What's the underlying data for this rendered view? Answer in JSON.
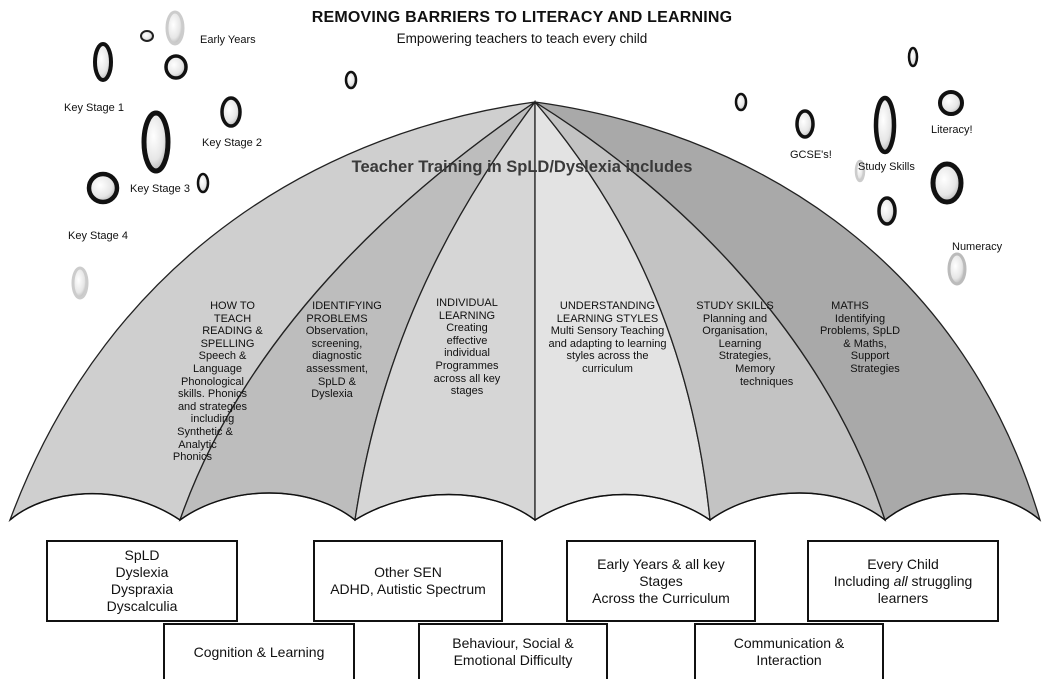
{
  "title": "REMOVING BARRIERS TO LITERACY AND LEARNING",
  "subtitle": "Empowering teachers to teach every child",
  "umbrella_heading": "Teacher Training in SpLD/Dyslexia includes",
  "bubble_labels": {
    "early_years": "Early Years",
    "key_stage_1": "Key Stage 1",
    "key_stage_2": "Key Stage 2",
    "key_stage_3": "Key Stage 3",
    "key_stage_4": "Key Stage 4",
    "gcses": "GCSE's!",
    "study_skills": "Study Skills",
    "literacy": "Literacy!",
    "numeracy": "Numeracy"
  },
  "panels": [
    {
      "lines": [
        "HOW TO",
        "TEACH",
        "READING &",
        "SPELLING",
        "Speech &",
        "Language",
        "Phonological",
        "skills. Phonics",
        "and strategies",
        "including",
        "Synthetic &",
        "Analytic",
        "Phonics"
      ]
    },
    {
      "lines": [
        "IDENTIFYING",
        "PROBLEMS",
        "Observation,",
        "screening,",
        "diagnostic",
        "assessment,",
        "SpLD &",
        "Dyslexia"
      ]
    },
    {
      "lines": [
        "INDIVIDUAL",
        "LEARNING",
        "Creating",
        "effective",
        "individual",
        "Programmes",
        "across all key",
        "stages"
      ]
    },
    {
      "lines": [
        "UNDERSTANDING",
        "LEARNING STYLES",
        "Multi Sensory Teaching",
        "and adapting to learning",
        "styles across the",
        "curriculum"
      ]
    },
    {
      "lines": [
        "STUDY SKILLS",
        "Planning and",
        "Organisation,",
        "Learning",
        "Strategies,",
        "Memory",
        "techniques"
      ]
    },
    {
      "lines": [
        "MATHS",
        "Identifying",
        "Problems, SpLD",
        "& Maths,",
        "Support",
        "Strategies"
      ]
    }
  ],
  "boxes_top": [
    {
      "lines": [
        "SpLD",
        "Dyslexia",
        "Dyspraxia",
        "Dyscalculia"
      ]
    },
    {
      "lines": [
        "Other SEN",
        "ADHD, Autistic Spectrum"
      ]
    },
    {
      "lines": [
        "Early Years & all key",
        "Stages",
        "Across the Curriculum"
      ]
    },
    {
      "lines": [
        "Every Child",
        "Including all struggling",
        "learners"
      ]
    }
  ],
  "boxes_bottom": [
    {
      "lines": [
        "Cognition & Learning"
      ]
    },
    {
      "lines": [
        "Behaviour, Social &",
        "Emotional Difficulty"
      ]
    },
    {
      "lines": [
        "Communication &",
        "Interaction"
      ]
    }
  ]
}
